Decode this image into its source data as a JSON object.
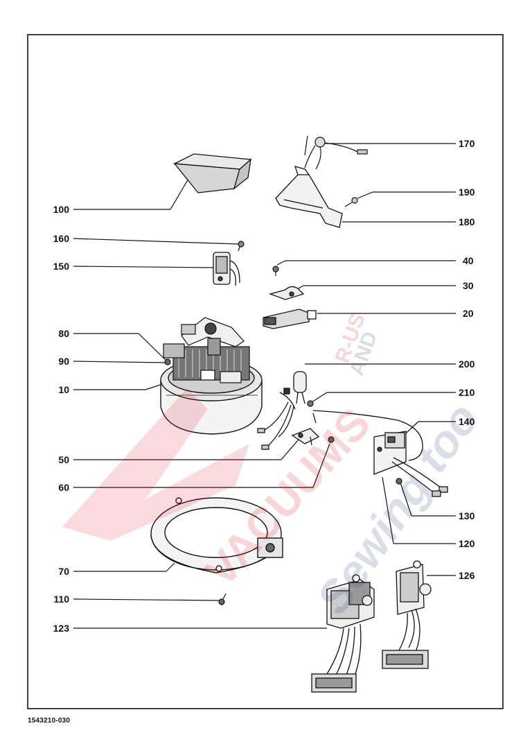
{
  "document": {
    "drawing_code": "1543210-030"
  },
  "watermark": {
    "line1": "VACUUMS",
    "line2": "R-US",
    "line3": "AND",
    "line4": "Sewing too"
  },
  "callouts": {
    "c170": "170",
    "c190": "190",
    "c180": "180",
    "c100": "100",
    "c160": "160",
    "c150": "150",
    "c40": "40",
    "c30": "30",
    "c20": "20",
    "c80": "80",
    "c90": "90",
    "c10": "10",
    "c200": "200",
    "c210": "210",
    "c140": "140",
    "c50": "50",
    "c60": "60",
    "c130": "130",
    "c120": "120",
    "c70": "70",
    "c126": "126",
    "c110": "110",
    "c123": "123"
  }
}
